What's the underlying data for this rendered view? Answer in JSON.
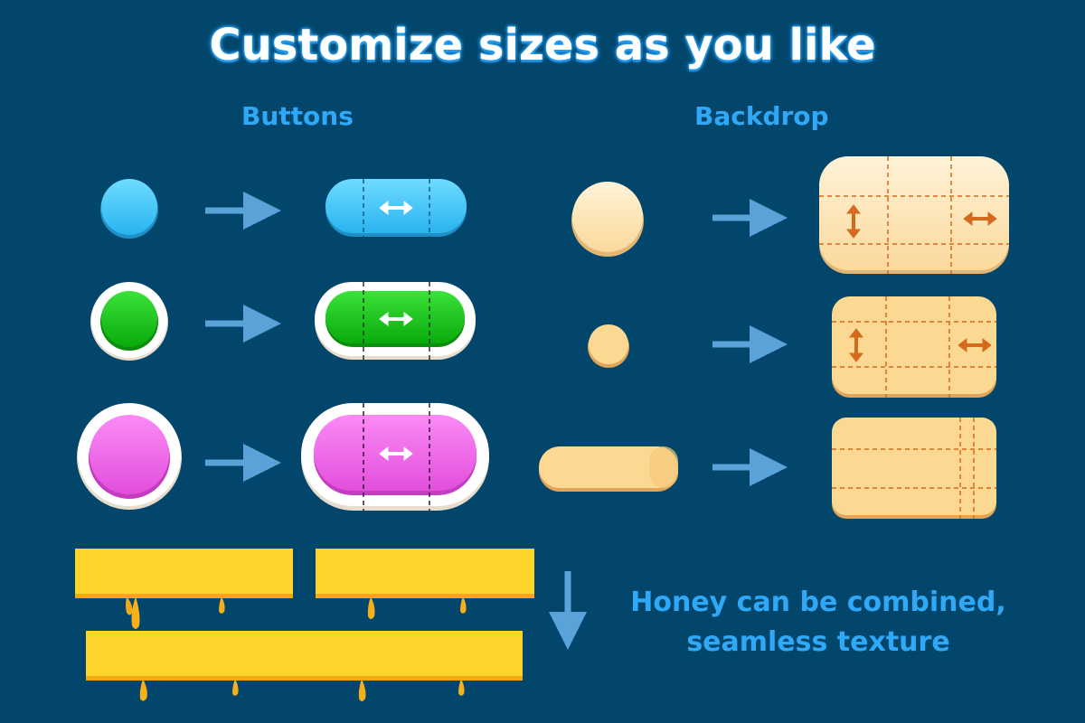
{
  "title": "Customize sizes as you like",
  "sections": {
    "buttons_label": "Buttons",
    "backdrop_label": "Backdrop"
  },
  "honey_caption": {
    "line1": "Honey can be combined,",
    "line2": "seamless texture"
  },
  "colors": {
    "background": "#03466c",
    "accent_blue": "#2ea8f7",
    "button_blue": "#3cc8f8",
    "button_green": "#13c614",
    "button_pink": "#ef5ee8",
    "backdrop_cream": "#fde7be",
    "honey_yellow": "#ffd42a",
    "guide_orange": "#d56a1d",
    "arrow_blue": "#5aa3d8"
  },
  "icons": [
    "resize-horizontal-icon",
    "resize-vertical-icon",
    "arrow-right-icon",
    "arrow-down-icon"
  ]
}
